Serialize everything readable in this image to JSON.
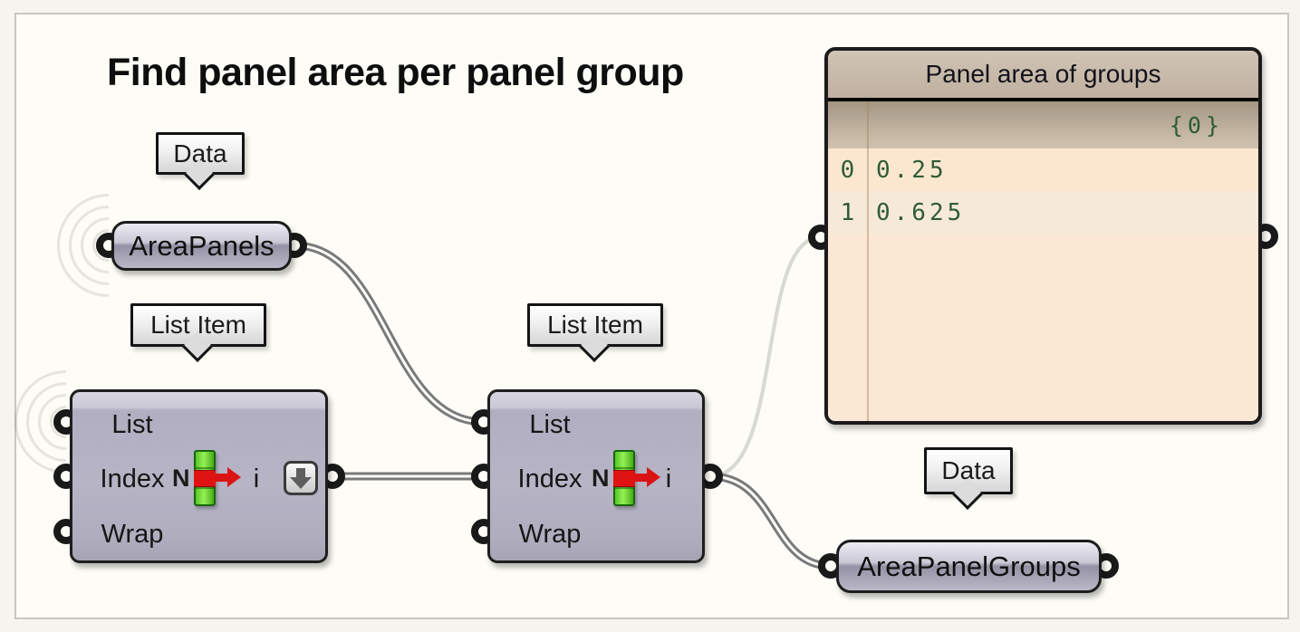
{
  "title": "Find panel area per panel group",
  "labels": {
    "data": "Data",
    "list_item": "List Item"
  },
  "area_panels": {
    "name": "AreaPanels"
  },
  "area_panel_groups": {
    "name": "AreaPanelGroups"
  },
  "list_item": {
    "inputs": [
      "List",
      "Index",
      "Wrap"
    ],
    "icon_n": "N",
    "output": "i"
  },
  "panel": {
    "title": "Panel area of groups",
    "path": "{0}",
    "rows": [
      {
        "index": "0",
        "value": "0.25"
      },
      {
        "index": "1",
        "value": "0.625"
      }
    ]
  },
  "colors": {
    "canvas_bg": "#fdfcf6",
    "outer_bg": "#f6f4ee",
    "frame_border": "#c9c6c0",
    "wire": "#7a7a7a",
    "wire_light": "#d8d8d4",
    "panel_green": "#2e5c35",
    "panel_header_bg": "#c6b8a7",
    "panel_row_bg": "#fbe7d0",
    "icon_green": "#56c626",
    "icon_red": "#e01313"
  }
}
